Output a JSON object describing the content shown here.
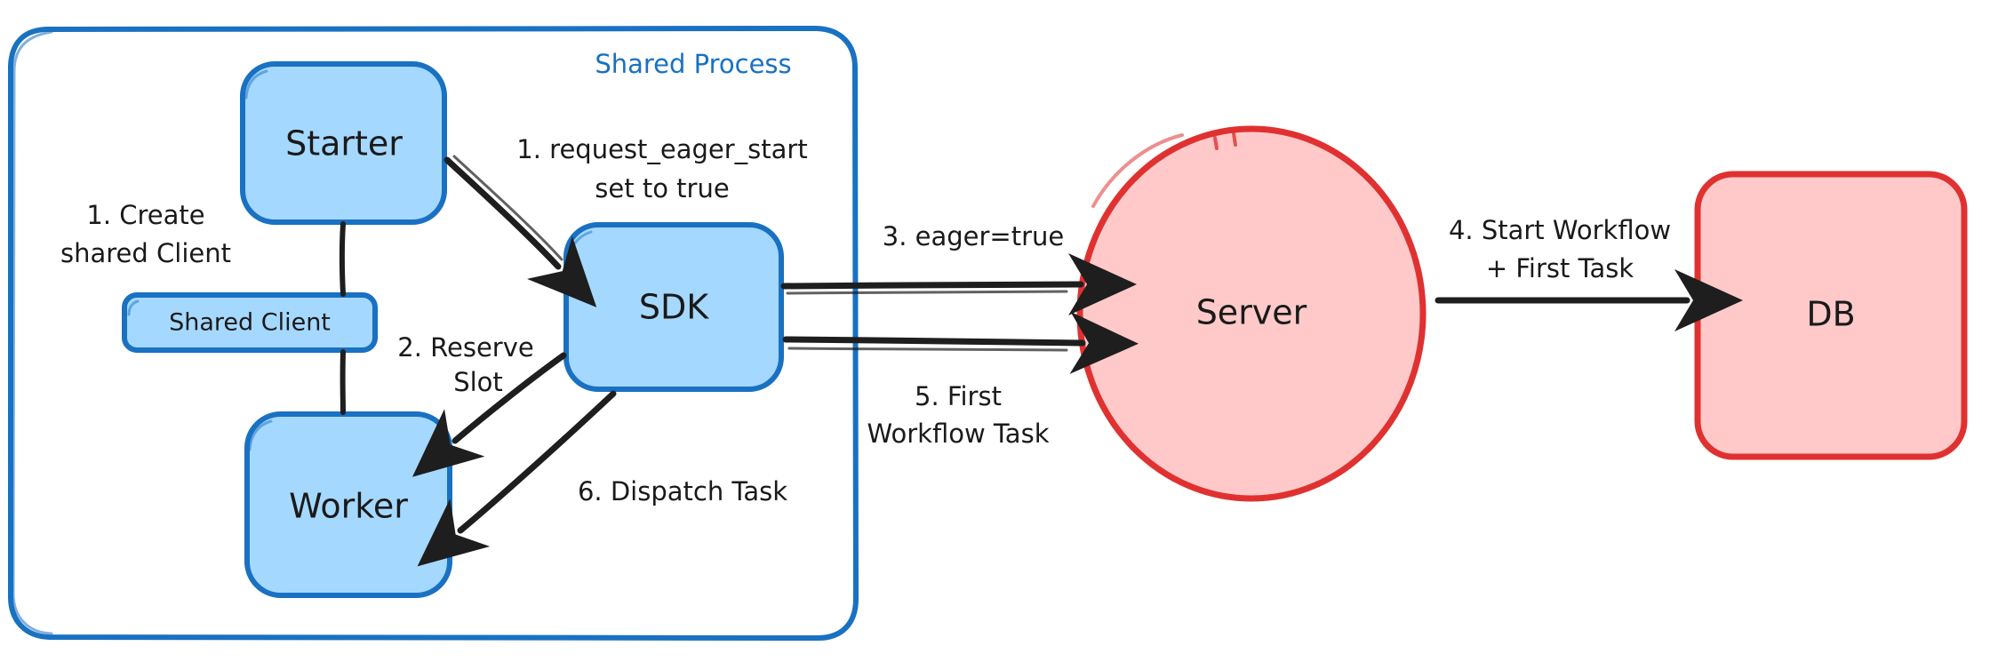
{
  "diagram": {
    "title": "Shared Process eager workflow start",
    "background": "#ffffff"
  },
  "colors": {
    "blue_stroke": "#1971c2",
    "blue_fill": "#a5d8ff",
    "red_stroke": "#e03131",
    "red_fill": "#ffc9c9",
    "arrow": "#1e1e1e",
    "text": "#1a1a1a"
  },
  "group": {
    "label": "Shared Process",
    "stroke": "#1971c2"
  },
  "nodes": {
    "starter": {
      "label": "Starter",
      "shape": "rounded-rect",
      "fill": "#a5d8ff",
      "stroke": "#1971c2"
    },
    "shared_client": {
      "label": "Shared Client",
      "shape": "rounded-rect",
      "fill": "#a5d8ff",
      "stroke": "#1971c2"
    },
    "worker": {
      "label": "Worker",
      "shape": "rounded-rect",
      "fill": "#a5d8ff",
      "stroke": "#1971c2"
    },
    "sdk": {
      "label": "SDK",
      "shape": "rounded-rect",
      "fill": "#a5d8ff",
      "stroke": "#1971c2"
    },
    "server": {
      "label": "Server",
      "shape": "ellipse",
      "fill": "#ffc9c9",
      "stroke": "#e03131"
    },
    "db": {
      "label": "DB",
      "shape": "rounded-rect",
      "fill": "#ffc9c9",
      "stroke": "#e03131"
    }
  },
  "edges": [
    {
      "id": "create-shared-client",
      "from": "starter",
      "to": "shared_client",
      "label_lines": [
        "1. Create",
        "shared Client"
      ],
      "arrowhead": false
    },
    {
      "id": "request-eager-start",
      "from": "starter",
      "to": "sdk",
      "label_lines": [
        "1. request_eager_start",
        "set to true"
      ],
      "arrowhead": true
    },
    {
      "id": "reserve-slot",
      "from": "sdk",
      "to": "worker",
      "label_lines": [
        "2. Reserve",
        "Slot"
      ],
      "arrowhead": true
    },
    {
      "id": "eager-true",
      "from": "sdk",
      "to": "server",
      "label_lines": [
        "3. eager=true"
      ],
      "arrowhead": true
    },
    {
      "id": "start-workflow-first-task",
      "from": "server",
      "to": "db",
      "label_lines": [
        "4. Start Workflow",
        "+ First Task"
      ],
      "arrowhead": true
    },
    {
      "id": "first-workflow-task",
      "from": "server",
      "to": "sdk",
      "label_lines": [
        "5. First",
        "Workflow Task"
      ],
      "arrowhead": true
    },
    {
      "id": "dispatch-task",
      "from": "sdk",
      "to": "worker",
      "label_lines": [
        "6. Dispatch Task"
      ],
      "arrowhead": true
    }
  ],
  "labels": {
    "group_title": "Shared Process",
    "e1a": "1. Create",
    "e1b": "shared Client",
    "e2a": "1. request_eager_start",
    "e2b": "set to true",
    "e3a": "2. Reserve",
    "e3b": "Slot",
    "e4a": "3. eager=true",
    "e5a": "4. Start Workflow",
    "e5b": "+ First Task",
    "e6a": "5. First",
    "e6b": "Workflow Task",
    "e7a": "6. Dispatch Task"
  }
}
